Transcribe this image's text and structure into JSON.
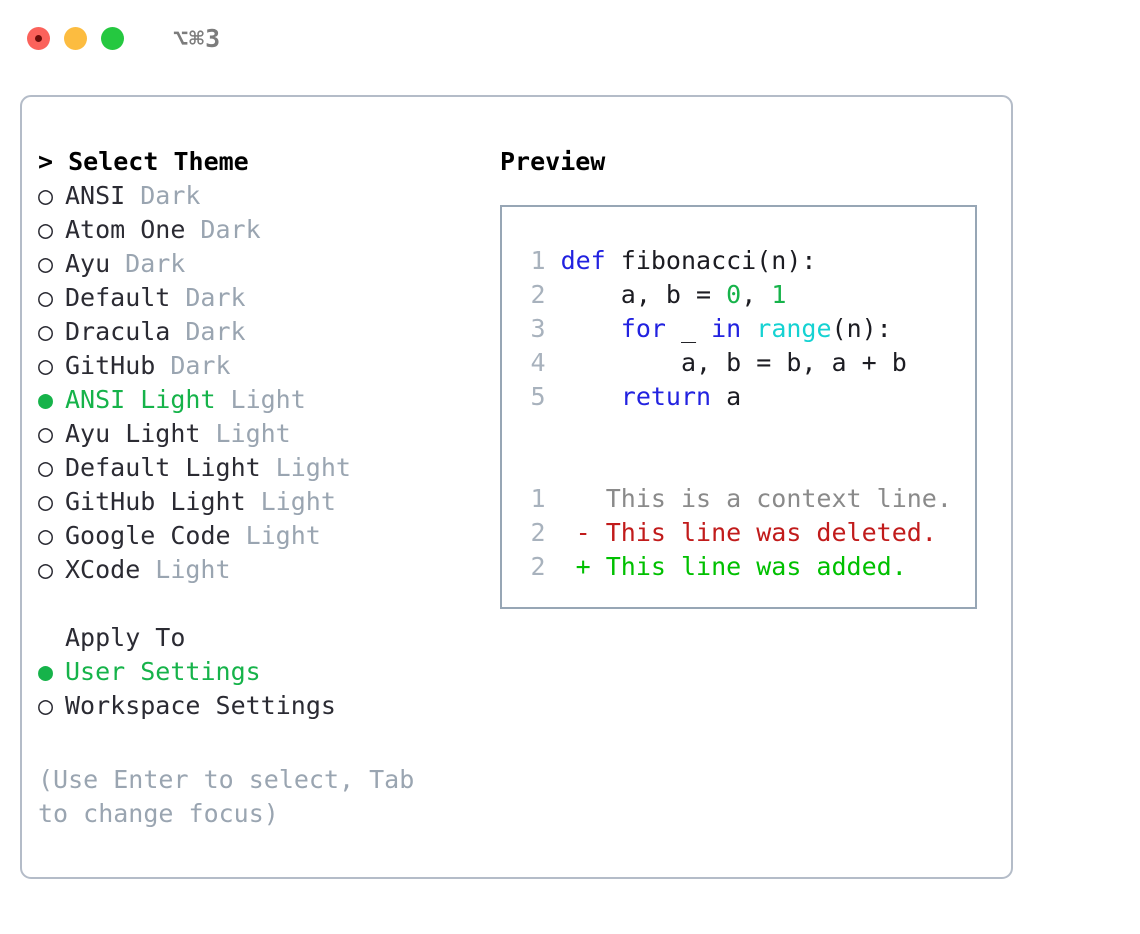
{
  "window": {
    "traffic_lights": [
      "close-red",
      "minimize-yellow",
      "maximize-green"
    ],
    "shortcut_label": "⌥⌘3"
  },
  "theme_picker": {
    "heading": "> Select Theme",
    "bullet_unselected": "○",
    "bullet_selected": "●",
    "themes": [
      {
        "name": "ANSI",
        "tag": "Dark",
        "selected": false
      },
      {
        "name": "Atom One",
        "tag": "Dark",
        "selected": false
      },
      {
        "name": "Ayu",
        "tag": "Dark",
        "selected": false
      },
      {
        "name": "Default",
        "tag": "Dark",
        "selected": false
      },
      {
        "name": "Dracula",
        "tag": "Dark",
        "selected": false
      },
      {
        "name": "GitHub",
        "tag": "Dark",
        "selected": false
      },
      {
        "name": "ANSI Light",
        "tag": "Light",
        "selected": true
      },
      {
        "name": "Ayu Light",
        "tag": "Light",
        "selected": false
      },
      {
        "name": "Default Light",
        "tag": "Light",
        "selected": false
      },
      {
        "name": "GitHub Light",
        "tag": "Light",
        "selected": false
      },
      {
        "name": "Google Code",
        "tag": "Light",
        "selected": false
      },
      {
        "name": "XCode",
        "tag": "Light",
        "selected": false
      }
    ]
  },
  "apply_to": {
    "label": "Apply To",
    "options": [
      {
        "name": "User Settings",
        "selected": true
      },
      {
        "name": "Workspace Settings",
        "selected": false
      }
    ]
  },
  "help_text": "(Use Enter to select, Tab to change focus)",
  "preview": {
    "heading": "Preview",
    "code_lines": [
      {
        "n": "1",
        "tokens": [
          {
            "t": "def",
            "c": "kw"
          },
          {
            "t": " fibonacci(n):",
            "c": "plain"
          }
        ]
      },
      {
        "n": "2",
        "tokens": [
          {
            "t": "    a, b = ",
            "c": "plain"
          },
          {
            "t": "0",
            "c": "num"
          },
          {
            "t": ", ",
            "c": "plain"
          },
          {
            "t": "1",
            "c": "num"
          }
        ]
      },
      {
        "n": "3",
        "tokens": [
          {
            "t": "    ",
            "c": "plain"
          },
          {
            "t": "for",
            "c": "kw"
          },
          {
            "t": " _ ",
            "c": "plain"
          },
          {
            "t": "in",
            "c": "kw"
          },
          {
            "t": " ",
            "c": "plain"
          },
          {
            "t": "range",
            "c": "fn"
          },
          {
            "t": "(n):",
            "c": "plain"
          }
        ]
      },
      {
        "n": "4",
        "tokens": [
          {
            "t": "        a, b = b, a + b",
            "c": "plain"
          }
        ]
      },
      {
        "n": "5",
        "tokens": [
          {
            "t": "    ",
            "c": "plain"
          },
          {
            "t": "return",
            "c": "kw"
          },
          {
            "t": " a",
            "c": "plain"
          }
        ]
      }
    ],
    "diff_lines": [
      {
        "n": "1",
        "marker": "  ",
        "text": "This is a context line.",
        "kind": "ctx"
      },
      {
        "n": "2",
        "marker": "- ",
        "text": "This line was deleted.",
        "kind": "del"
      },
      {
        "n": "2",
        "marker": "+ ",
        "text": "This line was added.",
        "kind": "add"
      }
    ]
  },
  "colors": {
    "accent_green": "#16b34a",
    "muted": "#9aa5b1",
    "keyword_blue": "#2222e0",
    "function_cyan": "#15d2d2",
    "diff_delete_red": "#c11b1b",
    "diff_add_green": "#00c000",
    "panel_border": "#b4bcc8",
    "preview_border": "#97a6b5"
  }
}
